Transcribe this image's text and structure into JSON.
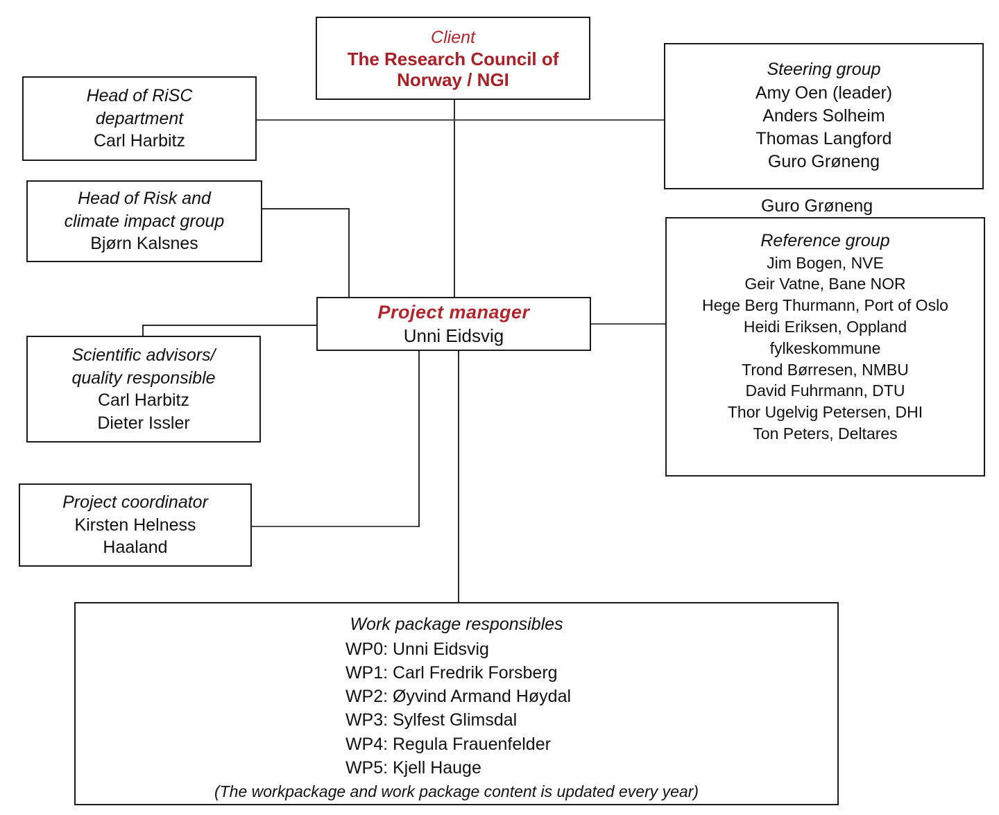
{
  "diagram": {
    "title": "Project organisation chart",
    "accent_color": "#b1262c",
    "line_color": "#4d4d4d",
    "border_color": "#1a1a1a"
  },
  "client": {
    "role": "Client",
    "name_line_1": "The Research Council of",
    "name_line_2": "Norway / NGI"
  },
  "head_risc": {
    "role_line_1": "Head of RiSC",
    "role_line_2": "department",
    "name": "Carl Harbitz"
  },
  "head_risk": {
    "role_line_1": "Head of Risk and",
    "role_line_2": "climate impact group",
    "name": "Bjørn Kalsnes"
  },
  "advisors": {
    "role_line_1": "Scientific advisors/",
    "role_line_2": "quality responsible",
    "name_1": "Carl Harbitz",
    "name_2": "Dieter Issler"
  },
  "coordinator": {
    "role": "Project coordinator",
    "name_line_1": "Kirsten Helness",
    "name_line_2": "Haaland"
  },
  "project_manager": {
    "role": "Project manager",
    "name": "Unni Eidsvig"
  },
  "steering_group": {
    "title": "Steering group",
    "members": [
      "Amy Oen (leader)",
      "Anders Solheim",
      "Thomas  Langford",
      "Guro Grøneng"
    ]
  },
  "loose_label": {
    "text": "Guro  Grøneng"
  },
  "reference_group": {
    "title": "Reference  group",
    "members": [
      "Jim Bogen, NVE",
      "Geir Vatne,  Bane NOR",
      "Hege Berg Thurmann, Port of Oslo",
      "Heidi Eriksen, Oppland",
      "fylkeskommune",
      "Trond Børresen, NMBU",
      "David Fuhrmann, DTU",
      "Thor Ugelvig Petersen, DHI",
      "Ton Peters, Deltares"
    ]
  },
  "work_packages": {
    "title": "Work package responsibles",
    "items": [
      "WP0: Unni Eidsvig",
      "WP1: Carl Fredrik Forsberg",
      "WP2: Øyvind  Armand Høydal",
      "WP3: Sylfest Glimsdal",
      "WP4: Regula  Frauenfelder",
      "WP5: Kjell Hauge"
    ],
    "note": "(The workpackage and work package content is updated  every  year)"
  }
}
